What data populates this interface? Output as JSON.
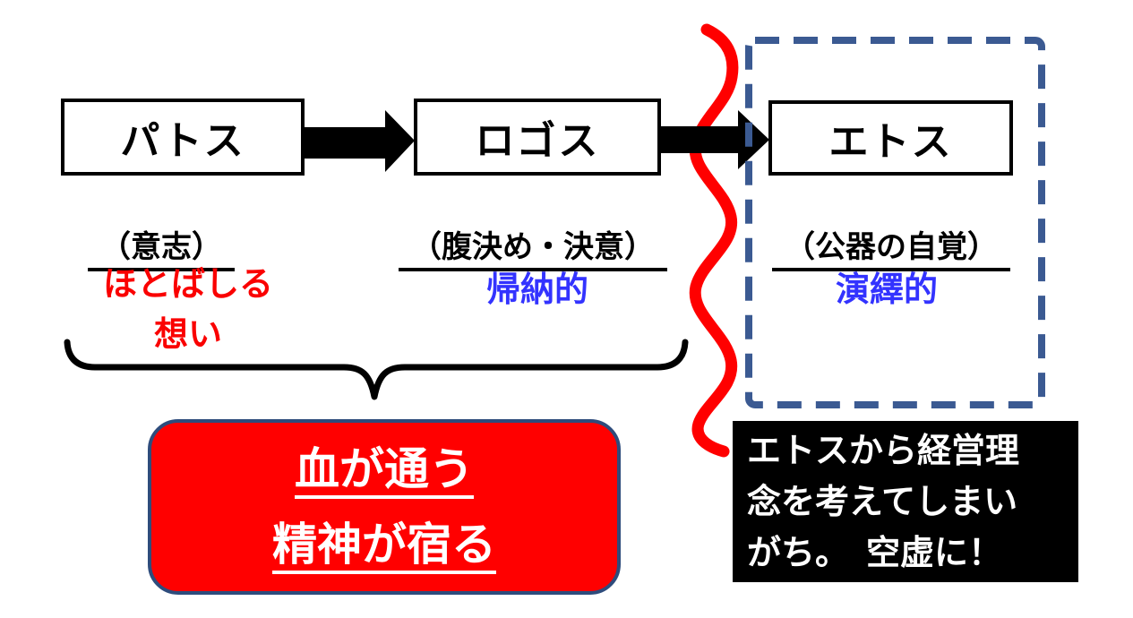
{
  "slide": {
    "stages": [
      {
        "label": "パトス",
        "sub": "（意志）",
        "note1": "ほとばしる",
        "note2": "想い"
      },
      {
        "label": "ロゴス",
        "sub": "（腹決め・決意）",
        "note1": "帰納的",
        "note2": ""
      },
      {
        "label": "エトス",
        "sub": "（公器の自覚）",
        "note1": "演繹的",
        "note2": ""
      }
    ],
    "red_callout": {
      "line1": "血が通う",
      "line2": "精神が宿る"
    },
    "warning_box": {
      "line1": "エトスから経営理",
      "line2": "念を考えてしまい",
      "line3": "がち。　空虚に！"
    },
    "colors": {
      "red": "#ff0000",
      "note_red": "#fa0000",
      "note_blue": "#3333ff",
      "dashed_frame_blue": "#3b5a92",
      "callout_border_navy": "#2e4c7c",
      "arrow_black": "#000000",
      "warning_bg": "#000000",
      "warning_text": "#ffffff"
    }
  }
}
